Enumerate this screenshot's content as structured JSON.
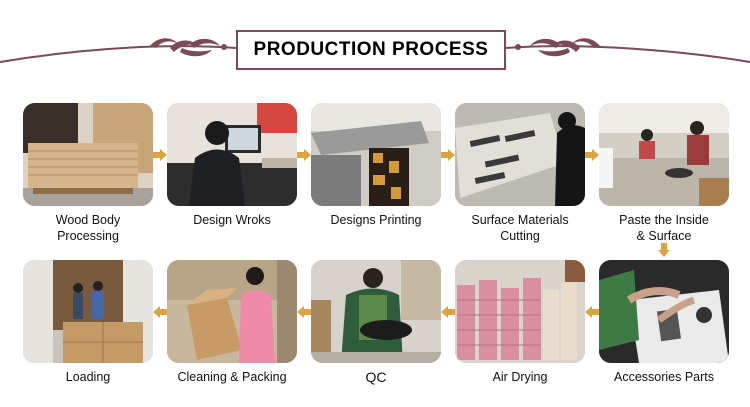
{
  "title": "PRODUCTION PROCESS",
  "colors": {
    "accent": "#7a4a55",
    "arrow": "#d9a441"
  },
  "row1": [
    {
      "caption": "Wood Body\nProcessing",
      "icon": "wood-boards-photo"
    },
    {
      "caption": "Design Wroks",
      "icon": "computer-workstation-photo"
    },
    {
      "caption": "Designs Printing",
      "icon": "large-format-printer-photo"
    },
    {
      "caption": "Surface Materials\nCutting",
      "icon": "cutting-table-photo"
    },
    {
      "caption": "Paste the Inside\n& Surface",
      "icon": "workshop-pasting-photo"
    }
  ],
  "row2": [
    {
      "caption": "Loading",
      "icon": "container-loading-photo"
    },
    {
      "caption": "Cleaning & Packing",
      "icon": "carton-packing-photo"
    },
    {
      "caption": "QC",
      "icon": "quality-check-photo"
    },
    {
      "caption": "Air Drying",
      "icon": "stacked-boxes-drying-photo"
    },
    {
      "caption": "Accessories Parts",
      "icon": "accessories-assembly-photo"
    }
  ]
}
